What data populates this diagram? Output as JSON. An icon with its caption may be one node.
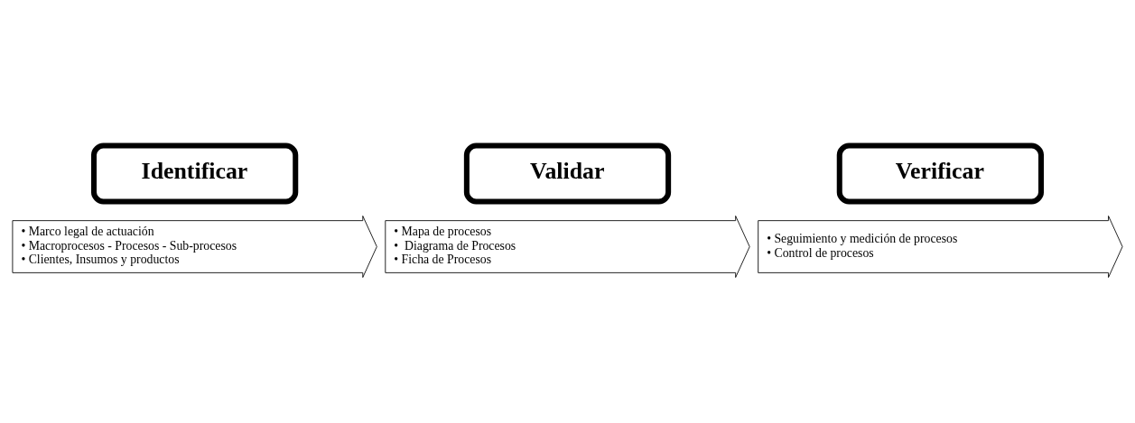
{
  "diagram": {
    "nodes": [
      {
        "text": [
          "Identificar"
        ]
      },
      {
        "text": [
          "• Marco legal de actuación",
          "• Macroprocesos - Procesos - Sub-procesos",
          "• Clientes, Insumos y productos"
        ]
      },
      {
        "text": [
          "Validar"
        ]
      },
      {
        "text": [
          "• Mapa de procesos",
          "•  Diagrama de Procesos",
          "• Ficha de Procesos"
        ]
      },
      {
        "text": [
          "Verificar"
        ]
      },
      {
        "text": [
          "• Seguimiento y medición de procesos",
          "• Control de procesos"
        ]
      }
    ]
  }
}
